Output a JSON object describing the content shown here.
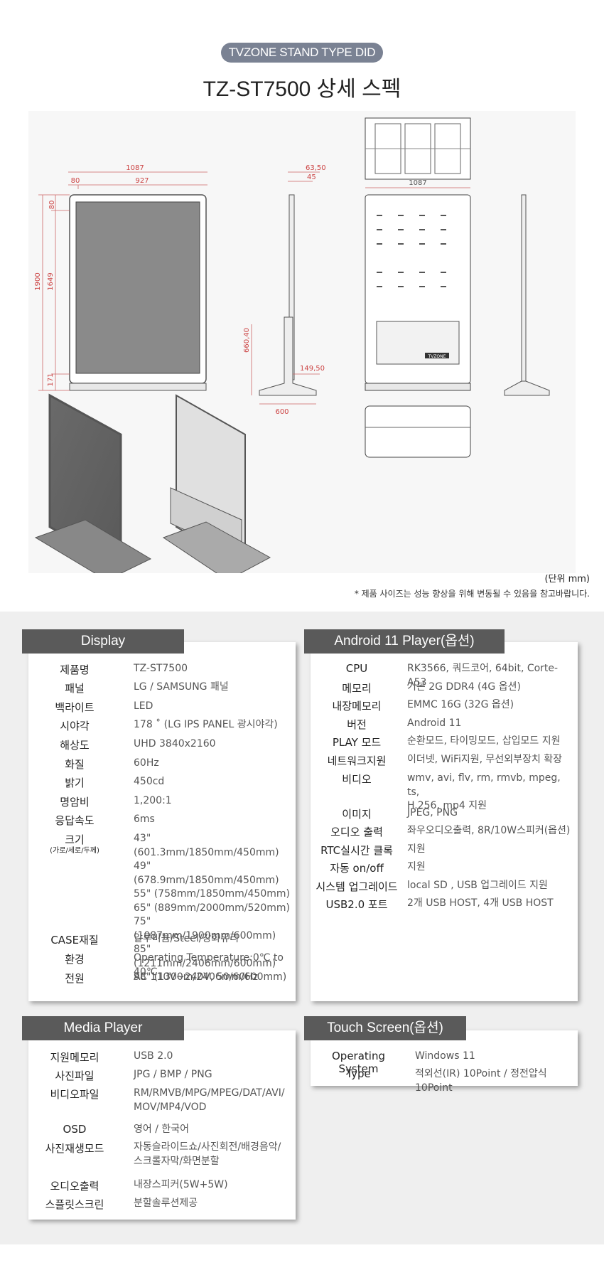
{
  "header": {
    "badge": "TVZONE STAND TYPE DID",
    "title": "TZ-ST7500 상세 스펙"
  },
  "drawing": {
    "dims": {
      "w_total": "1087",
      "w_inner": "927",
      "w_bezel": "80",
      "h_top": "80",
      "h_total": "1900",
      "h_screen": "1649",
      "h_base": "171",
      "d_top": "63,50",
      "d_top2": "45",
      "h_stand": "660,40",
      "d_foot": "149,50",
      "d_base": "600",
      "w_back": "1087"
    },
    "logo": "TVZONE"
  },
  "unit_note": "(단위 mm)",
  "disclaimer": "* 제품 사이즈는 성능 향상을 위해 변동될 수 있음을 참고바랍니다.",
  "display": {
    "tab": "Display",
    "rows": [
      {
        "label": "제품명",
        "value": "TZ-ST7500"
      },
      {
        "label": "패널",
        "value": "LG / SAMSUNG 패널"
      },
      {
        "label": "백라이트",
        "value": "LED"
      },
      {
        "label": "시야각",
        "value": "178 ˚ (LG IPS PANEL 광시야각)"
      },
      {
        "label": "해상도",
        "value": "UHD 3840x2160"
      },
      {
        "label": "화질",
        "value": "60Hz"
      },
      {
        "label": "밝기",
        "value": "450cd"
      },
      {
        "label": "명암비",
        "value": "1,200:1"
      },
      {
        "label": "응답속도",
        "value": "6ms"
      },
      {
        "label": "크기",
        "sub": "(가로/세로/두께)",
        "value": "43\" (601.3mm/1850mm/450mm)\n49\" (678.9mm/1850mm/450mm)\n55\" (758mm/1850mm/450mm)\n65\" (889mm/2000mm/520mm)\n75\" (1087mm/1900mm/600mm)\n85\" (1211mm/2406mm/600mm)\n98\" (1300m/2406mm/600mm)"
      },
      {
        "label": "CASE재질",
        "value": "알루미늄/Steel/강화유리"
      },
      {
        "label": "환경",
        "value": "Operating Temperature:0℃ to 40℃"
      },
      {
        "label": "전원",
        "value": "AC 110V~240V, 50/60Hz"
      }
    ]
  },
  "android": {
    "tab": "Android 11 Player(옵션)",
    "rows": [
      {
        "label": "CPU",
        "value": "RK3566, 쿼드코어, 64bit, Corte-A53"
      },
      {
        "label": "메모리",
        "value": "기본 2G DDR4 (4G 옵션)"
      },
      {
        "label": "내장메모리",
        "value": "EMMC 16G (32G 옵션)"
      },
      {
        "label": "버전",
        "value": "Android 11"
      },
      {
        "label": "PLAY 모드",
        "value": "순환모드, 타이밍모드, 삽입모드 지원"
      },
      {
        "label": "네트워크지원",
        "value": "이더넷, WiFi지원, 무선외부장치 확장"
      },
      {
        "label": "비디오",
        "value": "wmv, avi, flv, rm, rmvb, mpeg, ts,\nH.256, mp4 지원"
      },
      {
        "label": "이미지",
        "value": "JPEG, PNG"
      },
      {
        "label": "오디오 출력",
        "value": "좌우오디오출력, 8R/10W스피커(옵션)"
      },
      {
        "label": "RTC실시간 클록",
        "value": "지원"
      },
      {
        "label": "자동 on/off",
        "value": "지원"
      },
      {
        "label": "시스템 업그레이드",
        "value": "local SD , USB 업그레이드 지원"
      },
      {
        "label": "USB2.0 포트",
        "value": "2개 USB HOST, 4개 USB HOST"
      }
    ]
  },
  "media": {
    "tab": "Media Player",
    "rows": [
      {
        "label": "지원메모리",
        "value": "USB 2.0"
      },
      {
        "label": "사진파일",
        "value": "JPG / BMP / PNG"
      },
      {
        "label": "비디오파일",
        "value": "RM/RMVB/MPG/MPEG/DAT/AVI/\nMOV/MP4/VOD"
      },
      {
        "label": "OSD",
        "value": "영어 / 한국어"
      },
      {
        "label": "사진재생모드",
        "value": "자동슬라이드쇼/사진회전/배경음악/\n스크롤자막/화면분할"
      },
      {
        "label": "오디오출력",
        "value": "내장스피커(5W+5W)"
      },
      {
        "label": "스플릿스크린",
        "value": "분할솔루션제공"
      }
    ]
  },
  "touch": {
    "tab": "Touch Screen(옵션)",
    "rows": [
      {
        "label": "Operating System",
        "value": "Windows 11"
      },
      {
        "label": "Type",
        "value": "적외선(IR) 10Point / 정전압식10Point"
      }
    ]
  }
}
